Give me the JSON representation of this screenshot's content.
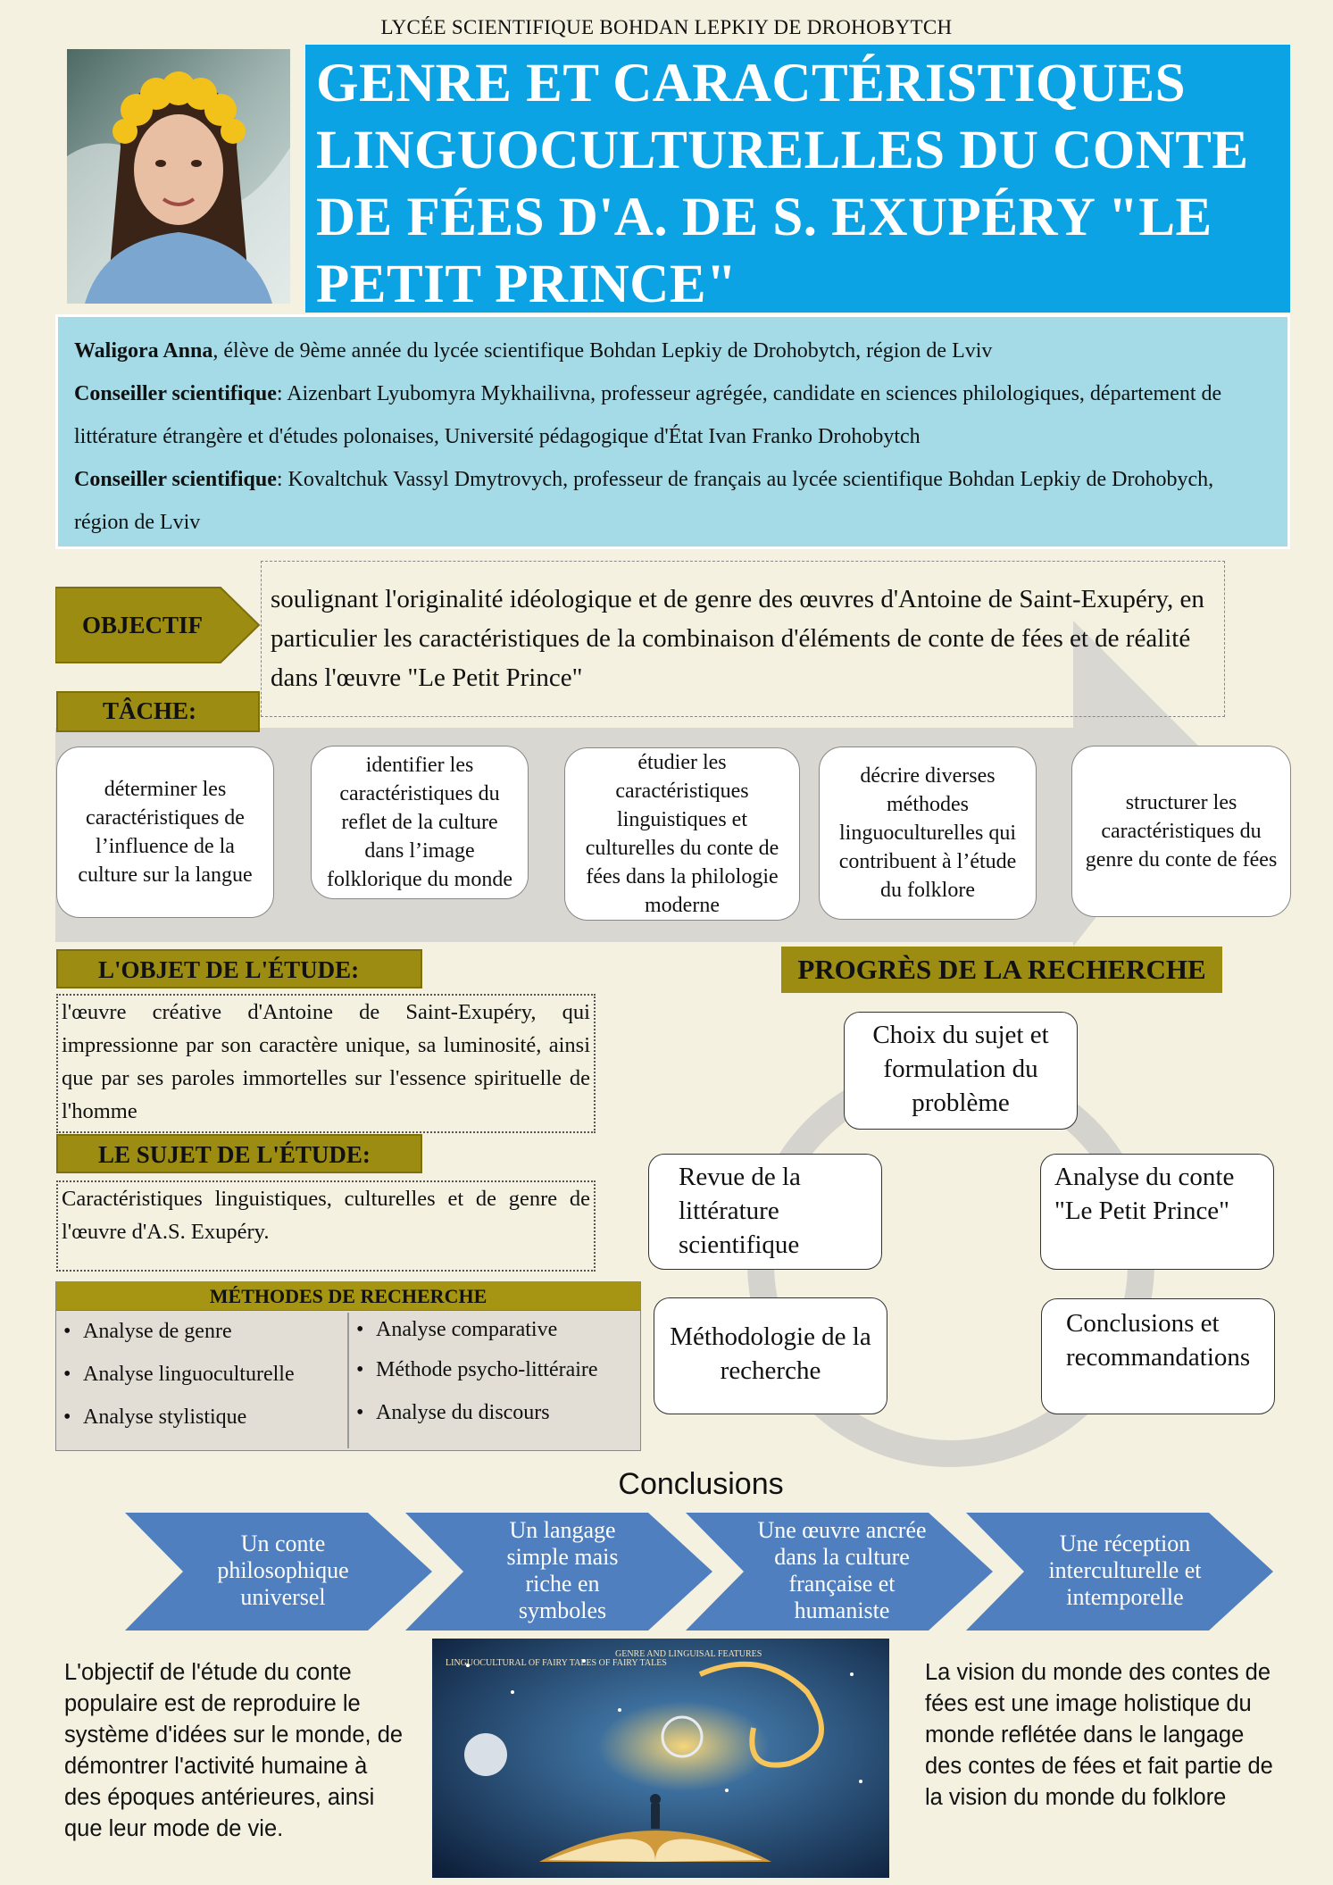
{
  "header": {
    "school": "LYCÉE SCIENTIFIQUE BOHDAN LEPKIY DE DROHOBYTCH",
    "title": "GENRE ET CARACTÉRISTIQUES LINGUOCULTURELLES DU CONTE DE FÉES D'A. DE S. EXUPÉRY \"LE PETIT PRINCE\""
  },
  "authors": {
    "author_name": "Waligora Anna",
    "author_desc": ", élève de 9ème année du lycée scientifique Bohdan Lepkiy de Drohobytch, région de Lviv",
    "advisor_label_1": "Conseiller scientifique",
    "advisor_1": ": Aizenbart Lyubomyra Mykhailivna, professeur agrégée,  candidate en sciences philologiques, département de littérature étrangère et d'études polonaises, Université pédagogique d'État Ivan Franko Drohobytch",
    "advisor_label_2": "Conseiller scientifique",
    "advisor_2": ": Kovaltchuk Vassyl Dmytrovych, professeur de français au lycée scientifique Bohdan Lepkiy de Drohobych, région de Lviv"
  },
  "objectif": {
    "label": "OBJECTIF",
    "text": " soulignant  l'originalité idéologique et de genre des œuvres d'Antoine de Saint-Exupéry,  en particulier les caractéristiques de la combinaison d'éléments de conte de fées et de réalité dans l'œuvre \"Le Petit Prince\""
  },
  "tache": {
    "label": "TÂCHE:",
    "items": [
      "déterminer les caractéristiques de l’influence de la culture sur la langue",
      "identifier les caractéristiques du reflet de la culture dans l’image folklorique du monde",
      "étudier les caractéristiques linguistiques et culturelles du conte de fées dans la philologie moderne",
      "décrire diverses méthodes linguoculturelles qui contribuent à l’étude du folklore",
      "structurer les caractéristiques du genre du conte de fées"
    ]
  },
  "objet": {
    "label": "L'OBJET DE L'ÉTUDE:",
    "text": "l'œuvre créative d'Antoine de Saint-Exupéry, qui impressionne par son caractère unique, sa luminosité, ainsi que par ses paroles immortelles sur l'essence spirituelle de l'homme"
  },
  "sujet": {
    "label": "LE SUJET DE L'ÉTUDE:",
    "text": "Caractéristiques linguistiques, culturelles et de genre de l'œuvre d'A.S. Exupéry."
  },
  "methodes": {
    "label": "MÉTHODES DE RECHERCHE",
    "left": [
      "Analyse de genre",
      "Analyse linguoculturelle",
      "Analyse stylistique"
    ],
    "right": [
      "Analyse comparative",
      "Méthode psycho-littéraire",
      "Analyse du discours"
    ]
  },
  "progres": {
    "label": "PROGRÈS DE LA RECHERCHE",
    "steps": [
      "Choix du sujet et formulation du problème",
      "Analyse  du conte \"Le Petit Prince\"",
      "Conclusions et recommandations",
      "Méthodologie de la recherche",
      "Revue de la littérature scientifique"
    ]
  },
  "conclusions": {
    "title": "Conclusions",
    "chevrons": [
      "Un conte philosophique universel",
      "Un langage simple mais riche en symboles",
      "Une œuvre ancrée dans la culture française et humaniste",
      "Une réception interculturelle et intemporelle"
    ],
    "left_text": "L'objectif de l'étude du conte populaire est de reproduire le système d'idées sur le monde, de démontrer l'activité humaine à des époques antérieures, ainsi que leur mode de vie.",
    "right_text": "La vision du monde des contes de fées est une image holistique du monde reflétée dans le langage des contes de fées et fait partie de la vision du monde du folklore",
    "cover_text_1": "LINGUOCULTURAL OF FAIRY TALES OF FAIRY TALES",
    "cover_text_2": "GENRE AND LINGUISAL FEATURES"
  },
  "colors": {
    "background": "#f4f1e1",
    "title_blue": "#0ba3e3",
    "authors_blue": "#a5dbe7",
    "olive_tag": "#9c8d12",
    "chevron_blue": "#4f7fbf"
  }
}
